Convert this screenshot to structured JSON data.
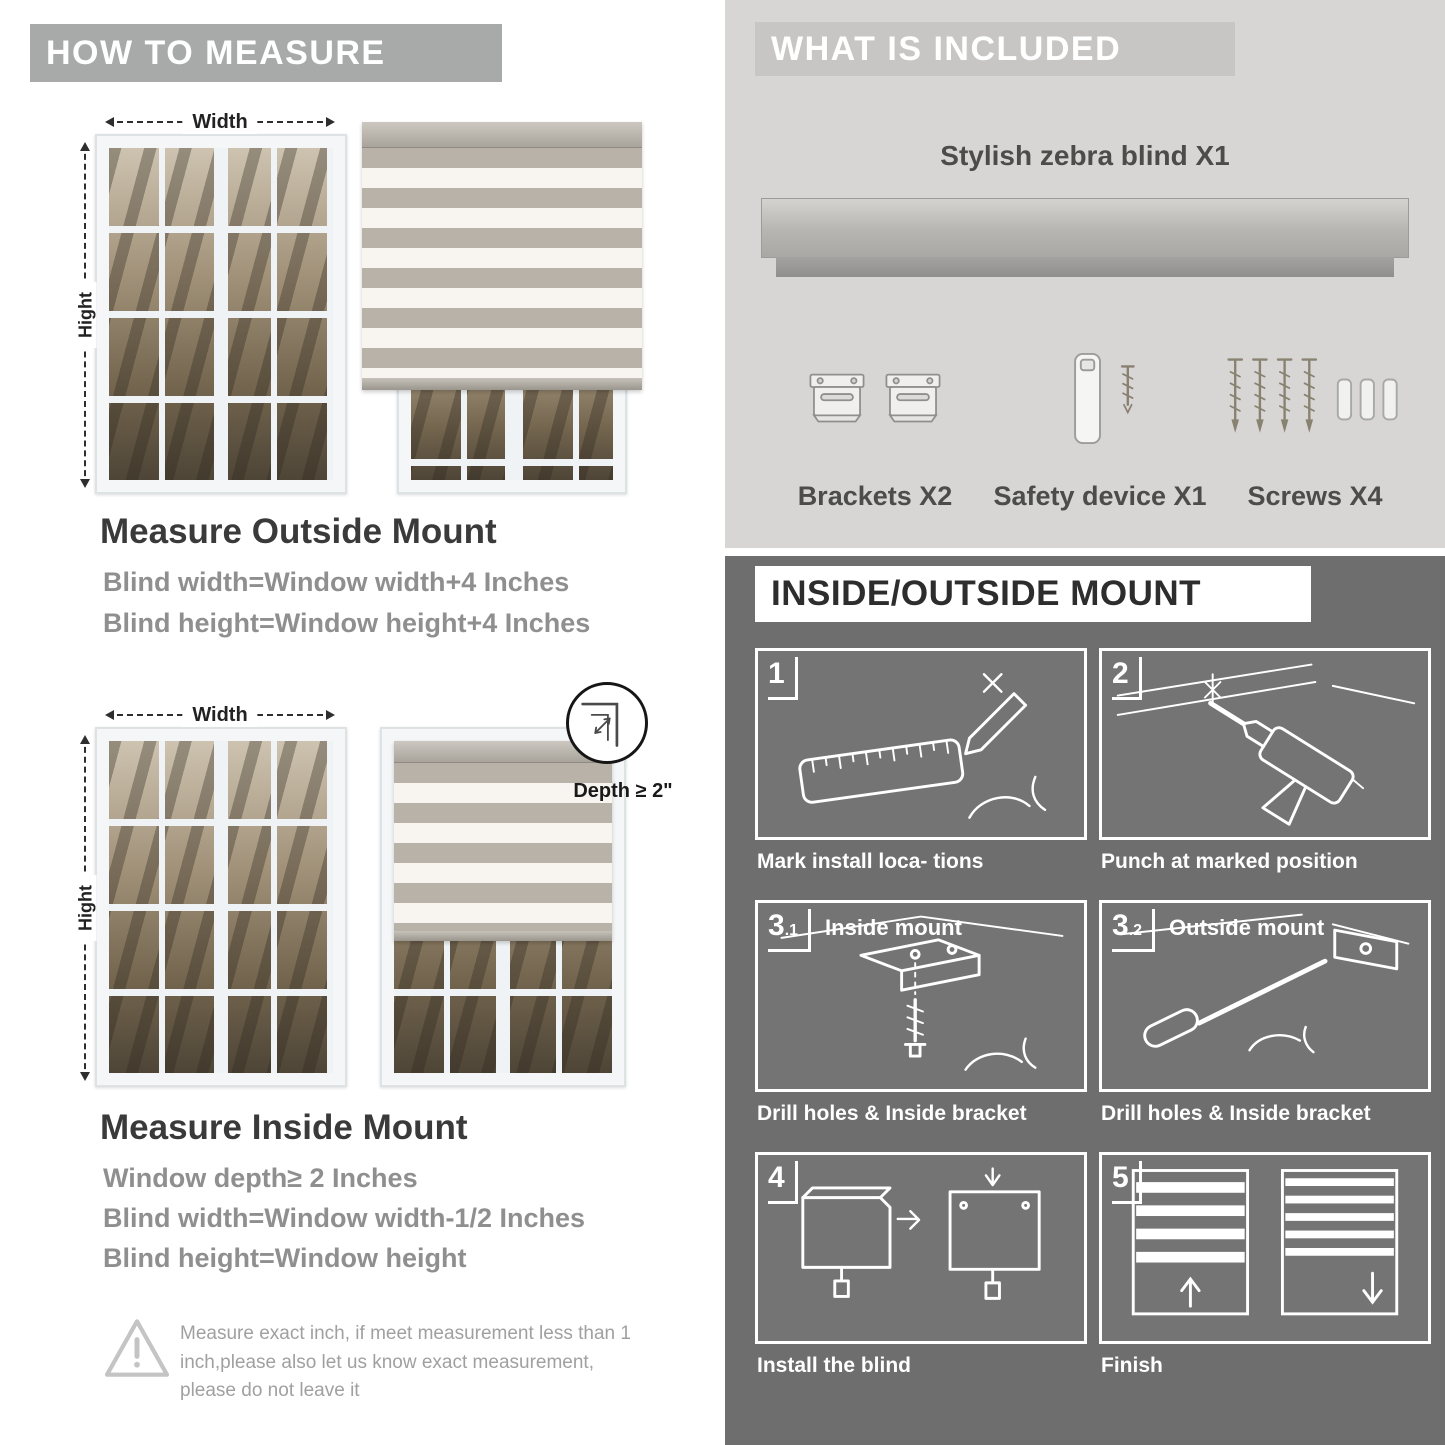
{
  "colors": {
    "left_banner": "#a8aaa9",
    "included_bg": "#d7d6d4",
    "included_banner": "#c7c6c4",
    "mount_bg": "#6e6e6e",
    "stripe_tan": "#b8b2a8"
  },
  "left": {
    "header": "HOW TO MEASURE",
    "outside": {
      "width_label": "Width",
      "height_label": "Hight",
      "title": "Measure Outside Mount",
      "line1": "Blind width=Window width+4 Inches",
      "line2": "Blind height=Window height+4 Inches"
    },
    "inside": {
      "width_label": "Width",
      "height_label": "Hight",
      "depth_label": "Depth ≥ 2\"",
      "title": "Measure Inside Mount",
      "line1": "Window depth≥ 2 Inches",
      "line2": "Blind width=Window width-1/2 Inches",
      "line3": "Blind height=Window height"
    },
    "warning": "Measure exact inch, if meet measurement less than 1 inch,please also let us know exact measurement, please do not leave it"
  },
  "included": {
    "header": "WHAT IS INCLUDED",
    "blind_label": "Stylish zebra blind X1",
    "items": [
      {
        "label": "Brackets X2"
      },
      {
        "label": "Safety device X1"
      },
      {
        "label": "Screws X4"
      }
    ]
  },
  "mount": {
    "header": "INSIDE/OUTSIDE MOUNT",
    "steps": [
      {
        "num": "1",
        "caption": "Mark install loca- tions"
      },
      {
        "num": "2",
        "caption": "Punch at  marked position"
      },
      {
        "num": "3",
        "sub": ".1",
        "inner": "Inside mount",
        "caption": "Drill holes &  Inside bracket"
      },
      {
        "num": "3",
        "sub": ".2",
        "inner": "Outside mount",
        "caption": "Drill holes &  Inside bracket"
      },
      {
        "num": "4",
        "caption": "Install the blind"
      },
      {
        "num": "5",
        "caption": "Finish"
      }
    ]
  }
}
